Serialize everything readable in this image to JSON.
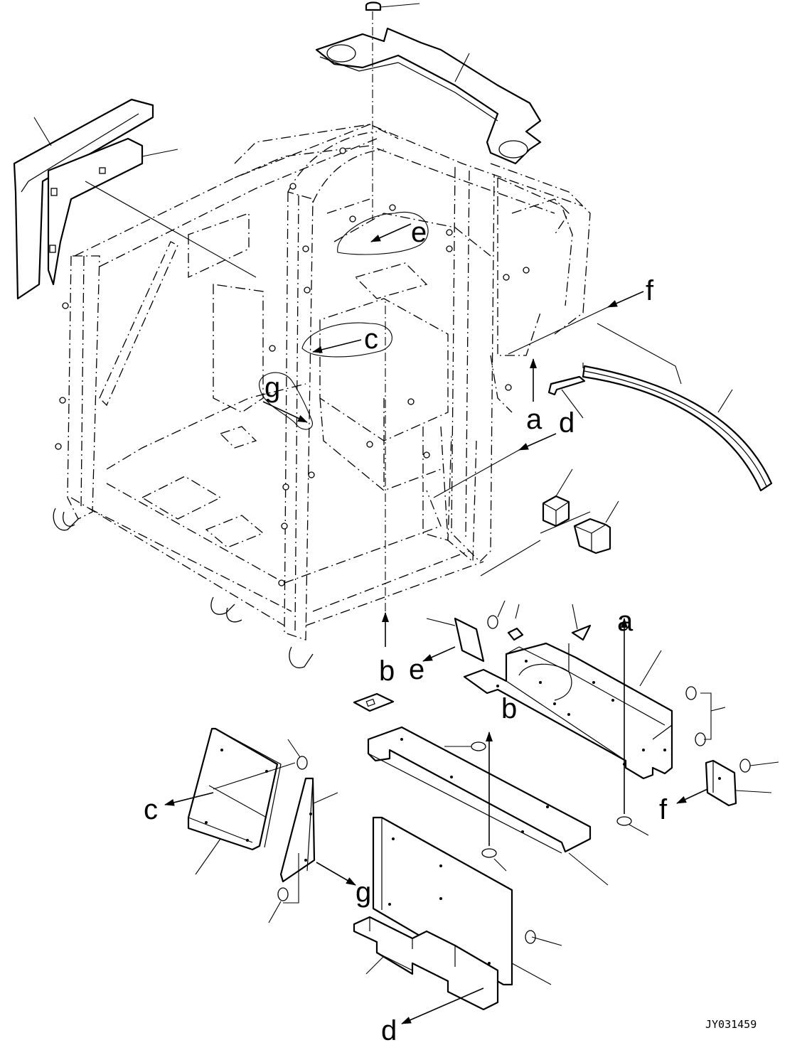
{
  "diagram": {
    "drawing_code": "JY031459",
    "callouts": {
      "a_upper": "a",
      "a_lower": "a",
      "b_upper": "b",
      "b_lower": "b",
      "c_upper": "c",
      "c_lower": "c",
      "d_upper": "d",
      "d_lower": "d",
      "e_upper": "e",
      "e_lower": "e",
      "f_upper": "f",
      "f_lower": "f",
      "g_upper": "g",
      "g_lower": "g"
    }
  }
}
